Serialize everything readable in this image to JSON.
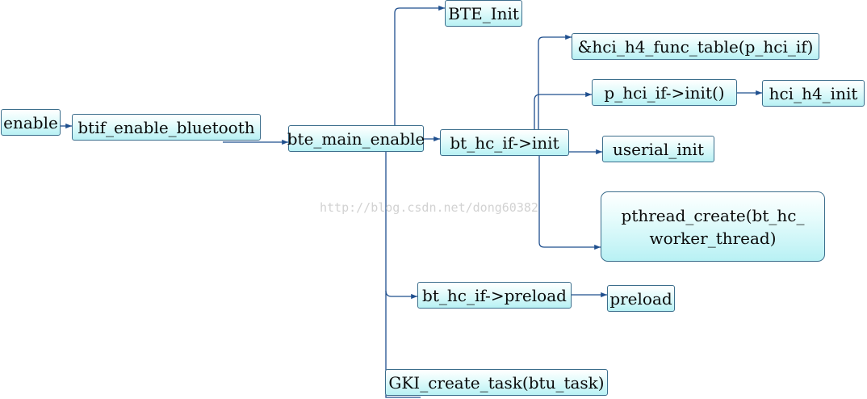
{
  "nodes": {
    "enable": "enable",
    "btif_enable_bluetooth": "btif_enable_bluetooth",
    "bte_main_enable": "bte_main_enable",
    "bte_init": "BTE_Init",
    "bt_hc_if_init": "bt_hc_if->init",
    "hci_h4_func_table": "&hci_h4_func_table(p_hci_if)",
    "p_hci_if_init": "p_hci_if->init()",
    "hci_h4_init": "hci_h4_init",
    "userial_init": "userial_init",
    "pthread_create": "pthread_create(bt_hc_ worker_thread)",
    "bt_hc_if_preload": "bt_hc_if->preload",
    "preload": "preload",
    "gki_create_task": "GKI_create_task(btu_task)"
  },
  "watermark": "http://blog.csdn.net/dong60382",
  "colors": {
    "node_border": "#3c6e8c",
    "node_fill_top": "#ffffff",
    "node_fill_bottom": "#b8f1f4",
    "connector": "#1f4f8e",
    "watermark": "#d2d2d2"
  }
}
